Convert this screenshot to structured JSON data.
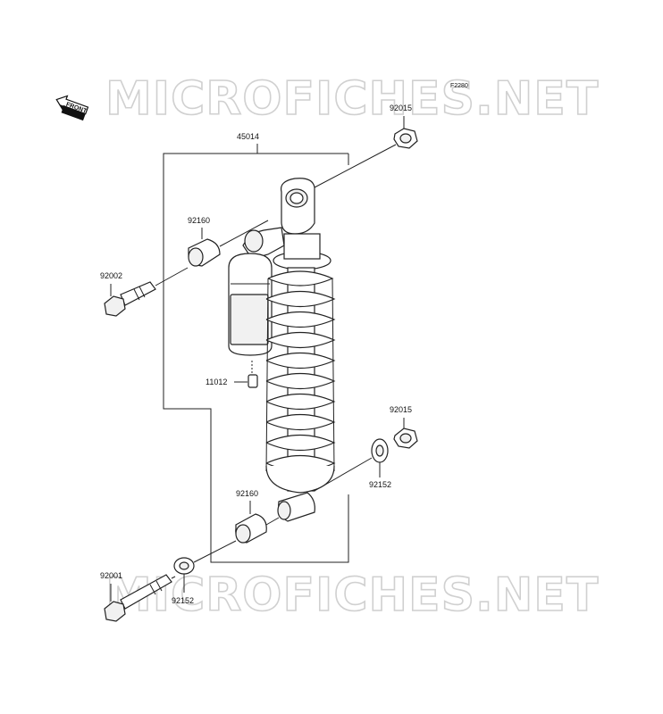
{
  "diagram": {
    "figure_code": "F2280",
    "watermark": "MICROFICHES.NET",
    "front_label": "FRONT",
    "labels": {
      "assembly": "45014",
      "nut_top": "92015",
      "collar_upper": "92160",
      "bolt_upper": "92002",
      "valve": "11012",
      "nut_lower": "92015",
      "washer_right": "92152",
      "collar_lower": "92160",
      "bolt_lower": "92001",
      "washer_lower": "92152"
    }
  }
}
